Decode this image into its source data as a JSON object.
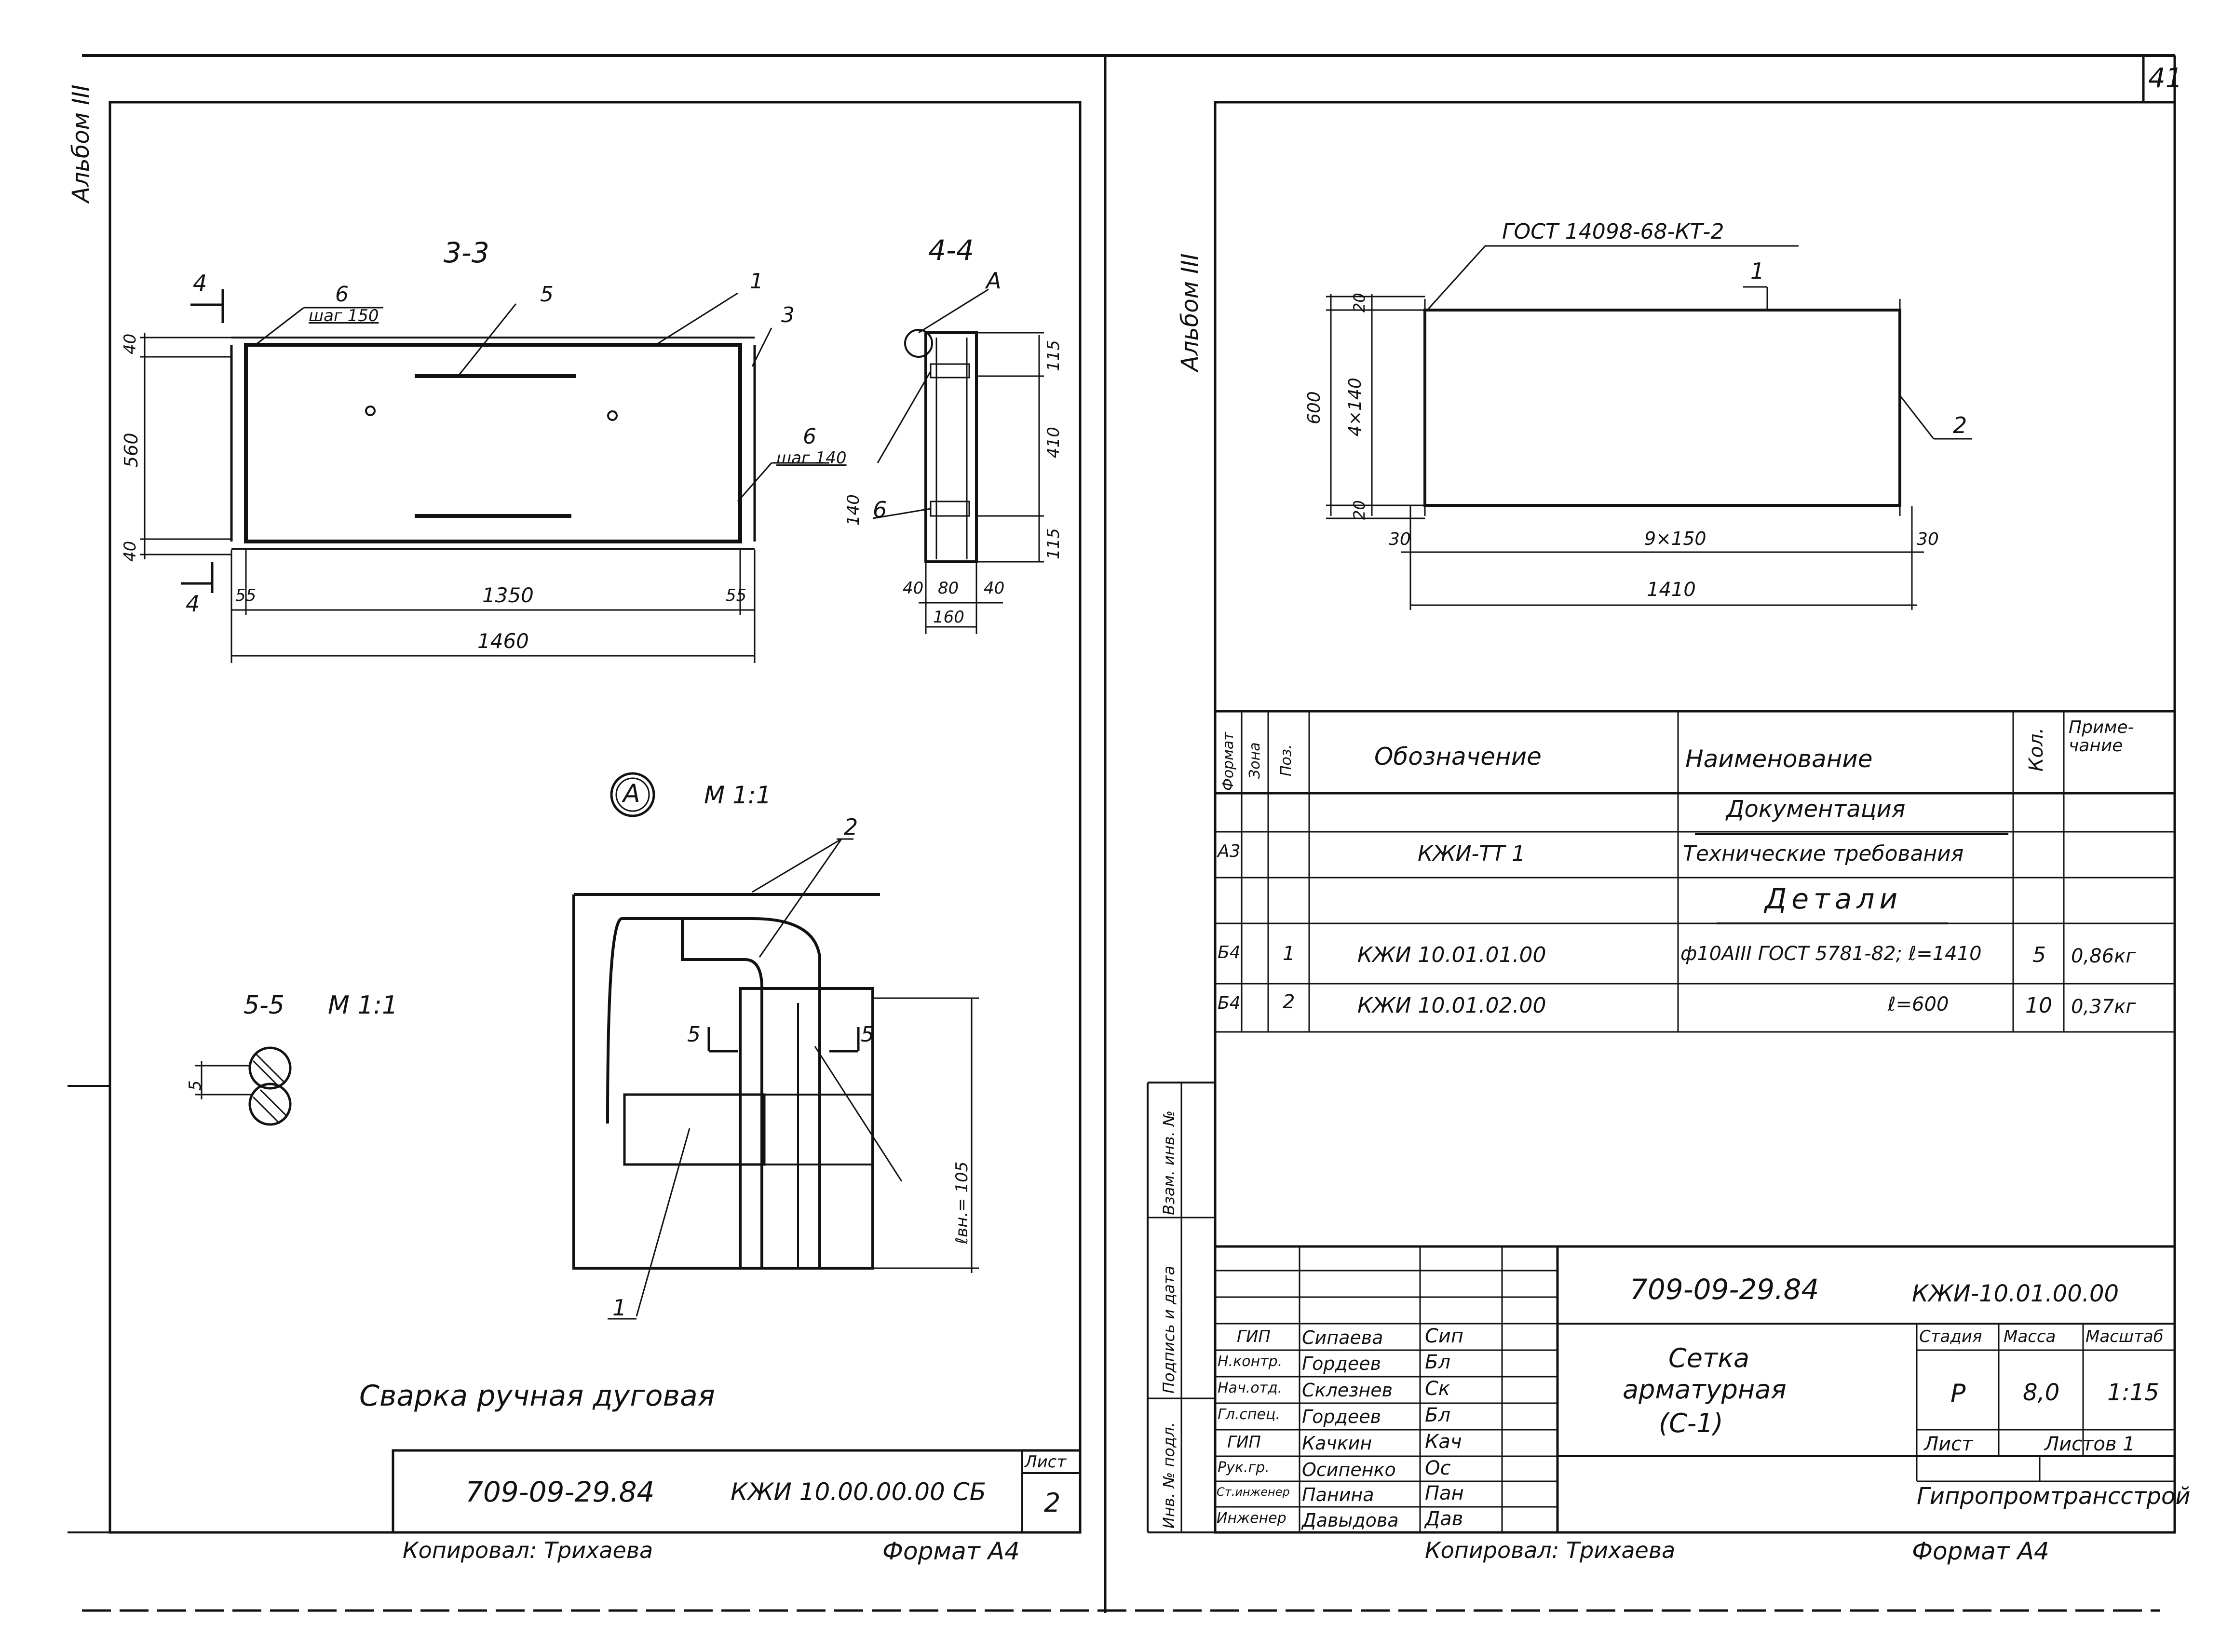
{
  "left": {
    "album": "Альбом III",
    "section33": "3-3",
    "section44": "4-4",
    "sectionA": "А",
    "scaleA": "М 1:1",
    "section55": "5-5",
    "scale55": "М 1:1",
    "dim_3_3": {
      "left_top": "40",
      "left_mid": "560",
      "left_bot": "40",
      "bottom_l": "55",
      "bottom_mid": "1350",
      "bottom_r": "55",
      "total": "1460",
      "cut_mark": "4",
      "pitch1": "шаг 150",
      "pitch2": "шаг 140",
      "p6a": "6",
      "p6b": "6",
      "p5": "5",
      "p1": "1",
      "p3": "3"
    },
    "dim_4_4": {
      "r_top": "115",
      "r_mid": "410",
      "r_bot": "115",
      "r_140": "140",
      "b1": "40",
      "b2": "80",
      "b3": "40",
      "b_total": "160",
      "p6": "6",
      "label_a": "А"
    },
    "dim_a": {
      "p2": "2",
      "p1": "1",
      "cut5": "5",
      "rad": "ℓвн.= 105"
    },
    "dim_55": {
      "d": "5"
    },
    "weld": "Сварка ручная дуговая",
    "stamp_code": "709-09-29.84",
    "stamp_doc": "КЖИ 10.00.00.00 СБ",
    "sheet_label": "Лист",
    "sheet_num": "2",
    "copied": "Копировал: Трихаева",
    "format": "Формат А4"
  },
  "right": {
    "page_num": "41",
    "album": "Альбом III",
    "gost": "ГОСТ 14098-68-КТ-2",
    "dim": {
      "p1": "1",
      "p2": "2",
      "v_total": "600",
      "v_mid": "4×140",
      "v_top": "20",
      "v_bot": "20",
      "h_l": "30",
      "h_mid": "9×150",
      "h_r": "30",
      "h_total": "1410"
    },
    "spec_headers": [
      "Формат",
      "Зона",
      "Поз.",
      "Обозначение",
      "Наименование",
      "Кол.",
      "Приме-чание"
    ],
    "spec_rows": [
      {
        "fmt": "",
        "pos": "",
        "des": "",
        "name": "Документация",
        "qty": "",
        "note": ""
      },
      {
        "fmt": "А3",
        "pos": "",
        "des": "КЖИ-ТТ 1",
        "name": "Технические требования",
        "qty": "",
        "note": ""
      },
      {
        "fmt": "",
        "pos": "",
        "des": "",
        "name": "Детали",
        "qty": "",
        "note": ""
      },
      {
        "fmt": "Б4",
        "pos": "1",
        "des": "КЖИ 10.01.01.00",
        "name": "ф10АIII ГОСТ 5781-82; ℓ=1410",
        "qty": "5",
        "note": "0,86кг"
      },
      {
        "fmt": "Б4",
        "pos": "2",
        "des": "КЖИ 10.01.02.00",
        "name": "ℓ=600",
        "qty": "10",
        "note": "0,37кг"
      }
    ],
    "side_labels": [
      "Взам. инв. №",
      "Подпись и дата",
      "Инв. № подл."
    ],
    "people": [
      {
        "role": "ГИП",
        "name": "Сипаева",
        "sig": "Сип"
      },
      {
        "role": "Н.контр.",
        "name": "Гордеев",
        "sig": "Бл"
      },
      {
        "role": "Нач.отд.",
        "name": "Склезнев",
        "sig": "Ск"
      },
      {
        "role": "Гл.спец.",
        "name": "Гордеев",
        "sig": "Бл"
      },
      {
        "role": "ГИП",
        "name": "Качкин",
        "sig": "Кач"
      },
      {
        "role": "Рук.гр.",
        "name": "Осипенко",
        "sig": "Ос"
      },
      {
        "role": "Ст.инженер",
        "name": "Панина",
        "sig": "Пан"
      },
      {
        "role": "Инженер",
        "name": "Давыдова",
        "sig": "Дав"
      }
    ],
    "stamp_code": "709-09-29.84",
    "stamp_doc": "КЖИ-10.01.00.00",
    "title": [
      "Сетка",
      "арматурная",
      "(С-1)"
    ],
    "stage_h": "Стадия",
    "mass_h": "Масса",
    "scale_h": "Масштаб",
    "stage": "Р",
    "mass": "8,0",
    "scale": "1:15",
    "sheet_h": "Лист",
    "sheets_h": "Листов 1",
    "org": "Гипропромтрансстрой",
    "copied": "Копировал: Трихаева",
    "format": "Формат А4"
  }
}
